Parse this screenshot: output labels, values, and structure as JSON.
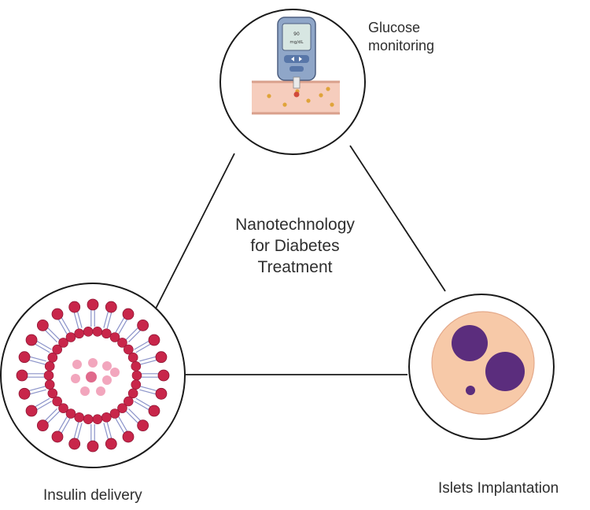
{
  "center_title": [
    "Nanotechnology",
    "for Diabetes",
    "Treatment"
  ],
  "nodes": {
    "glucose": {
      "label": [
        "Glucose",
        "monitoring"
      ],
      "meter_text": [
        "90",
        "mg/dL"
      ]
    },
    "insulin": {
      "label": "Insulin delivery"
    },
    "islets": {
      "label": "Islets Implantation"
    }
  },
  "colors": {
    "outline": "#1a1a1a",
    "liposome_head": "#c8264a",
    "liposome_tail": "#8b93c9",
    "insulin_particle": "#f2a6bd",
    "islet_cell": "#f7c9a8",
    "islet_nucleus": "#5b2d7d",
    "vessel": "#f4c3b0",
    "glucose_dot": "#e0a43a"
  }
}
